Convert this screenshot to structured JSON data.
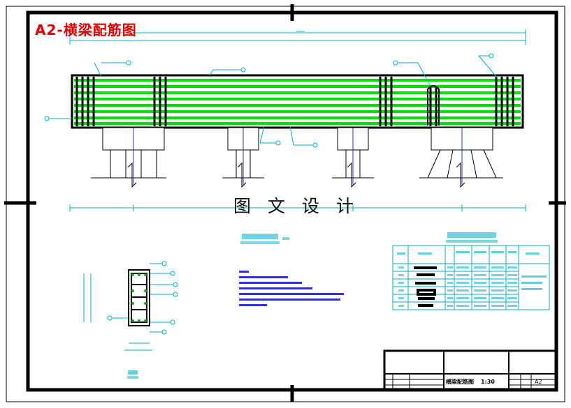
{
  "title": "A2-横梁配筋图",
  "watermark": "图 文 设 计",
  "title_block": {
    "drawing_name": "横梁配筋图",
    "scale": "1:30",
    "sheet": "A2"
  },
  "colors": {
    "rebar": "#00e000",
    "dimension": "#00b0c8",
    "outline": "#000000",
    "title": "#e00000",
    "note": "#0000c0"
  }
}
